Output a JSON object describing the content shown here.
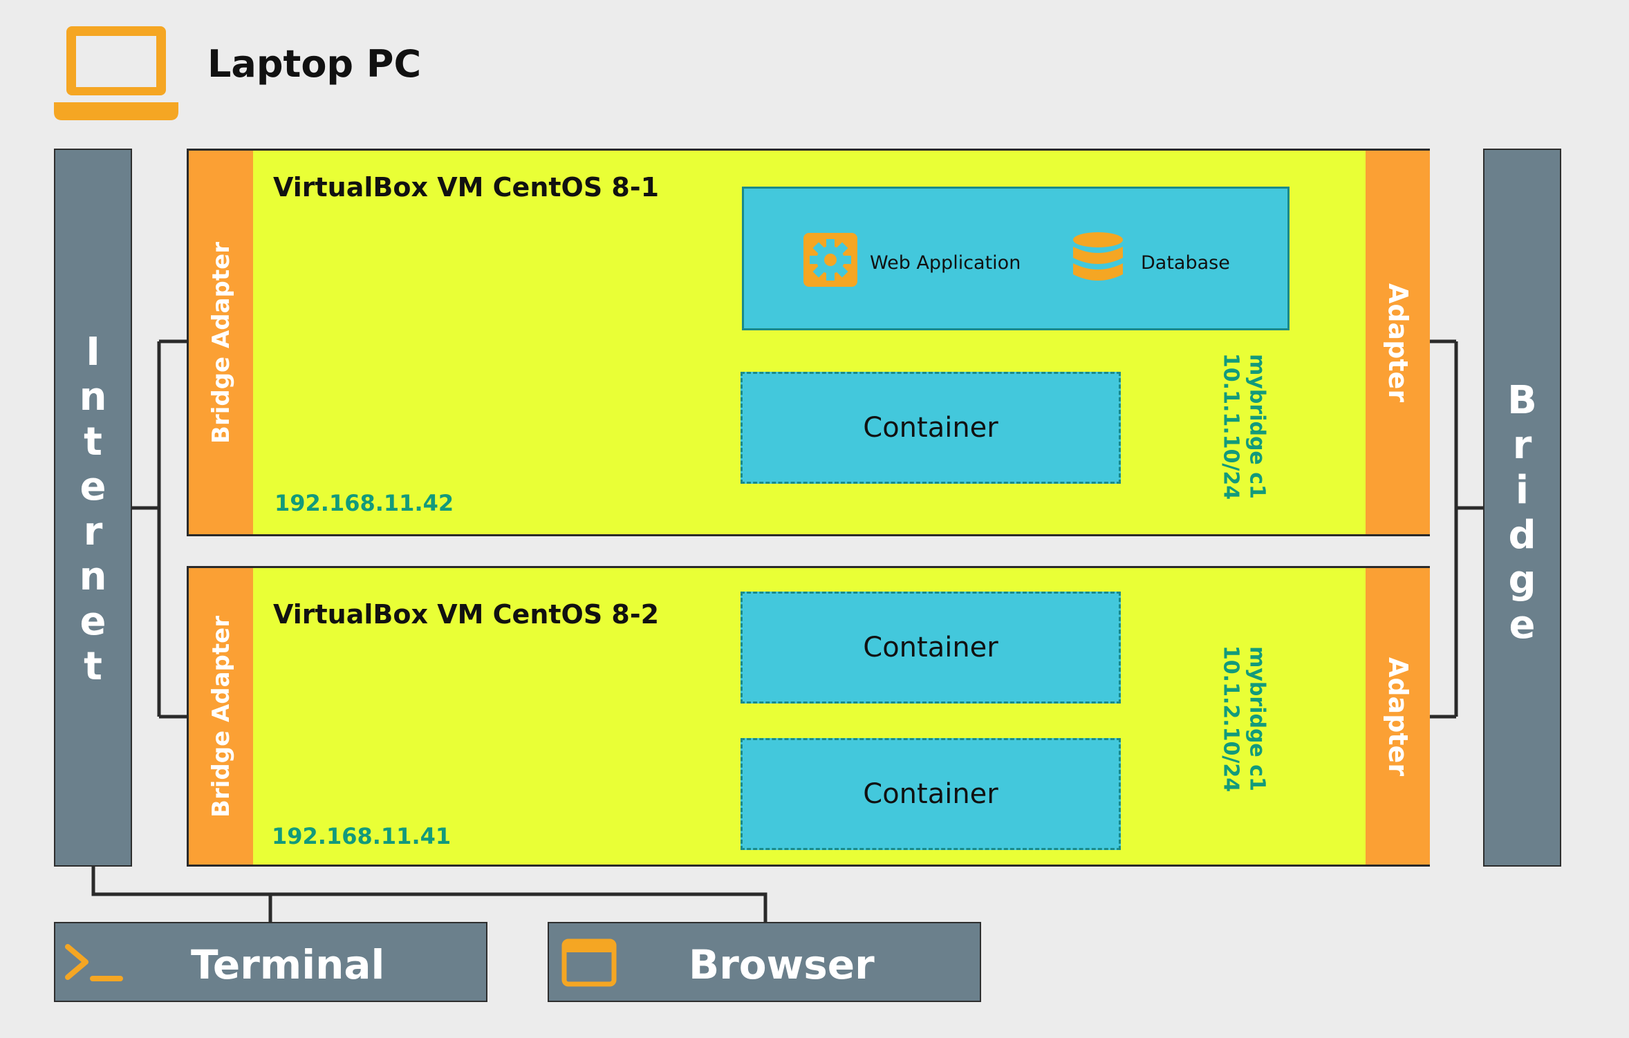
{
  "header": {
    "title": "Laptop PC",
    "icon": "laptop-icon"
  },
  "internet": {
    "label": "Internet"
  },
  "bridge": {
    "label": "Bridge"
  },
  "vms": [
    {
      "title": "VirtualBox VM CentOS 8-1",
      "ip": "192.168.11.42",
      "left_adapter": "Bridge Adapter",
      "right_adapter": "Adapter",
      "app_box": {
        "web_app": "Web Application",
        "database": "Database"
      },
      "containers": [
        "Container"
      ],
      "mybridge": {
        "name": "mybridge c1",
        "subnet": "10.1.1.10/24"
      }
    },
    {
      "title": "VirtualBox VM CentOS 8-2",
      "ip": "192.168.11.41",
      "left_adapter": "Bridge Adapter",
      "right_adapter": "Adapter",
      "containers": [
        "Container",
        "Container"
      ],
      "mybridge": {
        "name": "mybridge c1",
        "subnet": "10.1.2.10/24"
      }
    }
  ],
  "tools": {
    "terminal": {
      "label": "Terminal",
      "icon": "terminal-icon"
    },
    "browser": {
      "label": "Browser",
      "icon": "browser-window-icon"
    }
  },
  "colors": {
    "background": "#ececec",
    "vm_fill": "#e9ff36",
    "adapter": "#fba034",
    "gray_bar": "#6b808c",
    "cyan": "#43c8dc",
    "line_teal": "#129a7c",
    "icon_orange": "#f5a623"
  }
}
